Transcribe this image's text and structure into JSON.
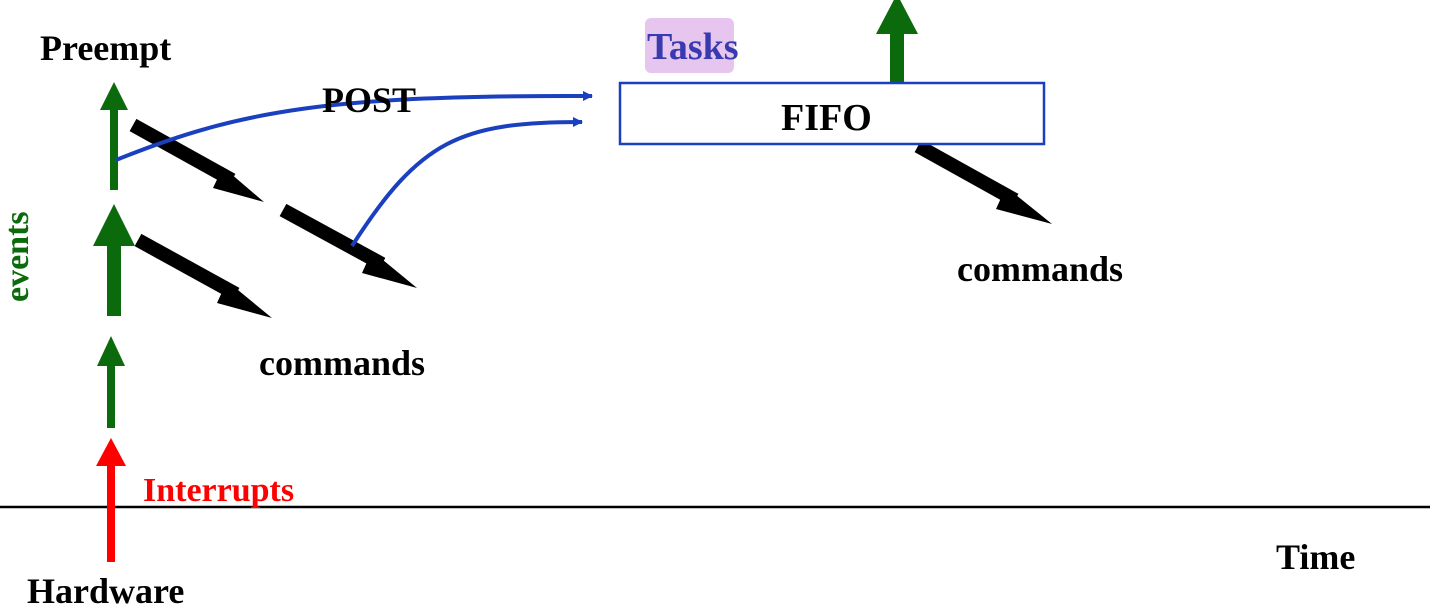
{
  "labels": {
    "preempt": "Preempt",
    "post": "POST",
    "tasks": "Tasks",
    "fifo": "FIFO",
    "events": "events",
    "commands_left": "commands",
    "commands_right": "commands",
    "interrupts": "Interrupts",
    "hardware": "Hardware",
    "time": "Time"
  },
  "colors": {
    "black": "#000000",
    "green": "#0b6a0b",
    "blue": "#1a3fbf",
    "red": "#ff0000",
    "tasks_highlight": "#e6c5ee",
    "tasks_text": "#3a3ab0"
  }
}
